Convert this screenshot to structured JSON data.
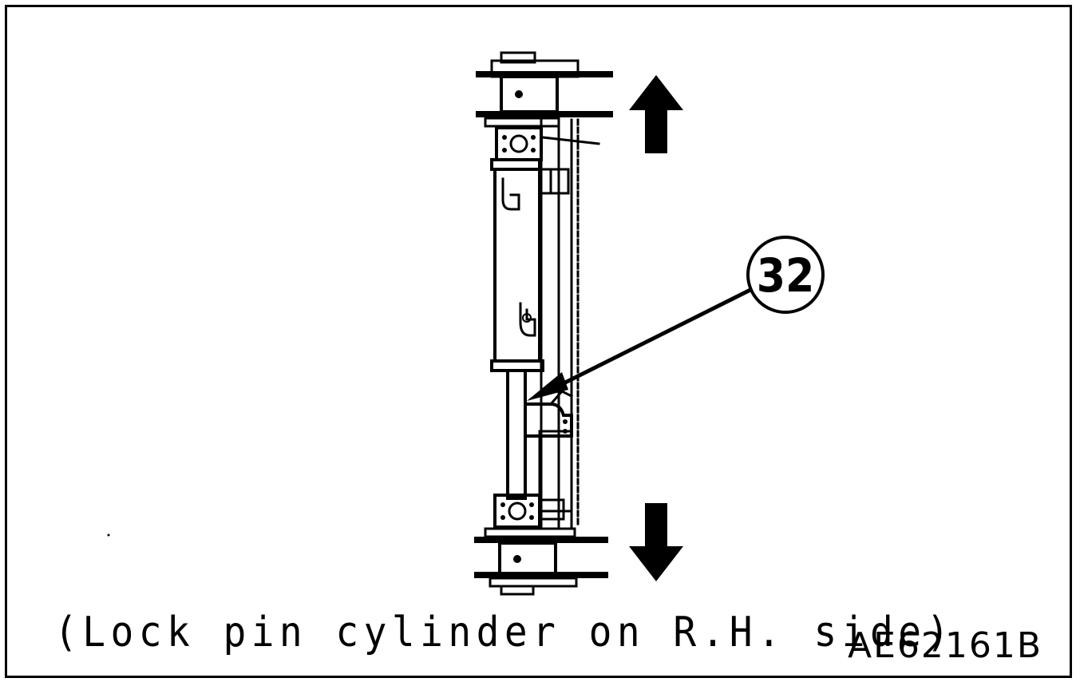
{
  "caption": "(Lock pin cylinder on R.H. side)",
  "figure_id": "AE62161B",
  "callout": {
    "label": "32"
  },
  "colors": {
    "ink": "#000000",
    "paper": "#ffffff"
  }
}
